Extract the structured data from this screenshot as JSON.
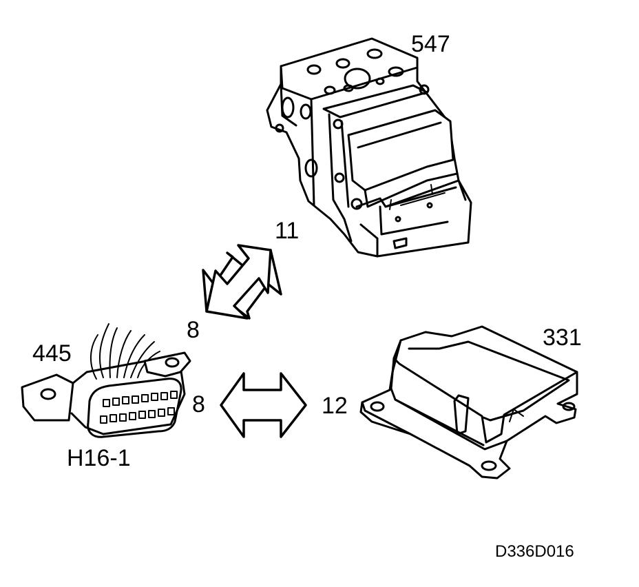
{
  "labels": {
    "abs_unit": "547",
    "connector": "445",
    "connector_id": "H16-1",
    "airbag_unit": "331",
    "pin_11": "11",
    "pin_8_upper": "8",
    "pin_8_lower": "8",
    "pin_12": "12"
  },
  "figure_code": "D336D016",
  "colors": {
    "line": "#000000",
    "fill": "#ffffff"
  }
}
